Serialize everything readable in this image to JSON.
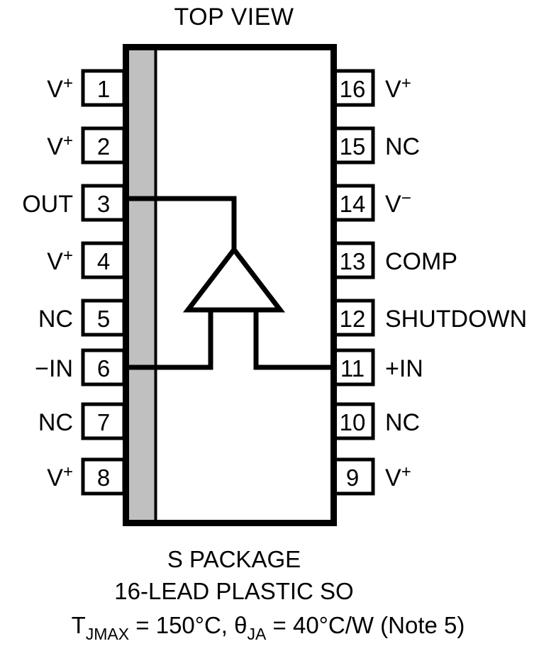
{
  "title": "TOP VIEW",
  "package": {
    "body_fill": "#ffffff",
    "border_color": "#000000",
    "notch_bar_fill": "#c0c0c0",
    "lead_count": 16
  },
  "pins_left": [
    {
      "number": "1",
      "label": "V",
      "sup": "+"
    },
    {
      "number": "2",
      "label": "V",
      "sup": "+"
    },
    {
      "number": "3",
      "label": "OUT",
      "sup": ""
    },
    {
      "number": "4",
      "label": "V",
      "sup": "+"
    },
    {
      "number": "5",
      "label": "NC",
      "sup": ""
    },
    {
      "number": "6",
      "label": "−IN",
      "sup": ""
    },
    {
      "number": "7",
      "label": "NC",
      "sup": ""
    },
    {
      "number": "8",
      "label": "V",
      "sup": "+"
    }
  ],
  "pins_right": [
    {
      "number": "16",
      "label": "V",
      "sup": "+"
    },
    {
      "number": "15",
      "label": "NC",
      "sup": ""
    },
    {
      "number": "14",
      "label": "V",
      "sup": "−"
    },
    {
      "number": "13",
      "label": "COMP",
      "sup": ""
    },
    {
      "number": "12",
      "label": "SHUTDOWN",
      "sup": ""
    },
    {
      "number": "11",
      "label": "+IN",
      "sup": ""
    },
    {
      "number": "10",
      "label": "NC",
      "sup": ""
    },
    {
      "number": "9",
      "label": "V",
      "sup": "+"
    }
  ],
  "schematic": {
    "symbol": "op-amp-triangle",
    "output_pin": "3",
    "inverting_input_pin": "6",
    "noninverting_input_pin": "11"
  },
  "caption": {
    "line1": "S PACKAGE",
    "line2": "16-LEAD PLASTIC SO",
    "line3_a": "T",
    "line3_a_sub": "JMAX",
    "line3_b": " = 150°C, ",
    "line3_c": "θ",
    "line3_c_sub": "JA",
    "line3_d": " = 40°C/W (Note 5)"
  }
}
